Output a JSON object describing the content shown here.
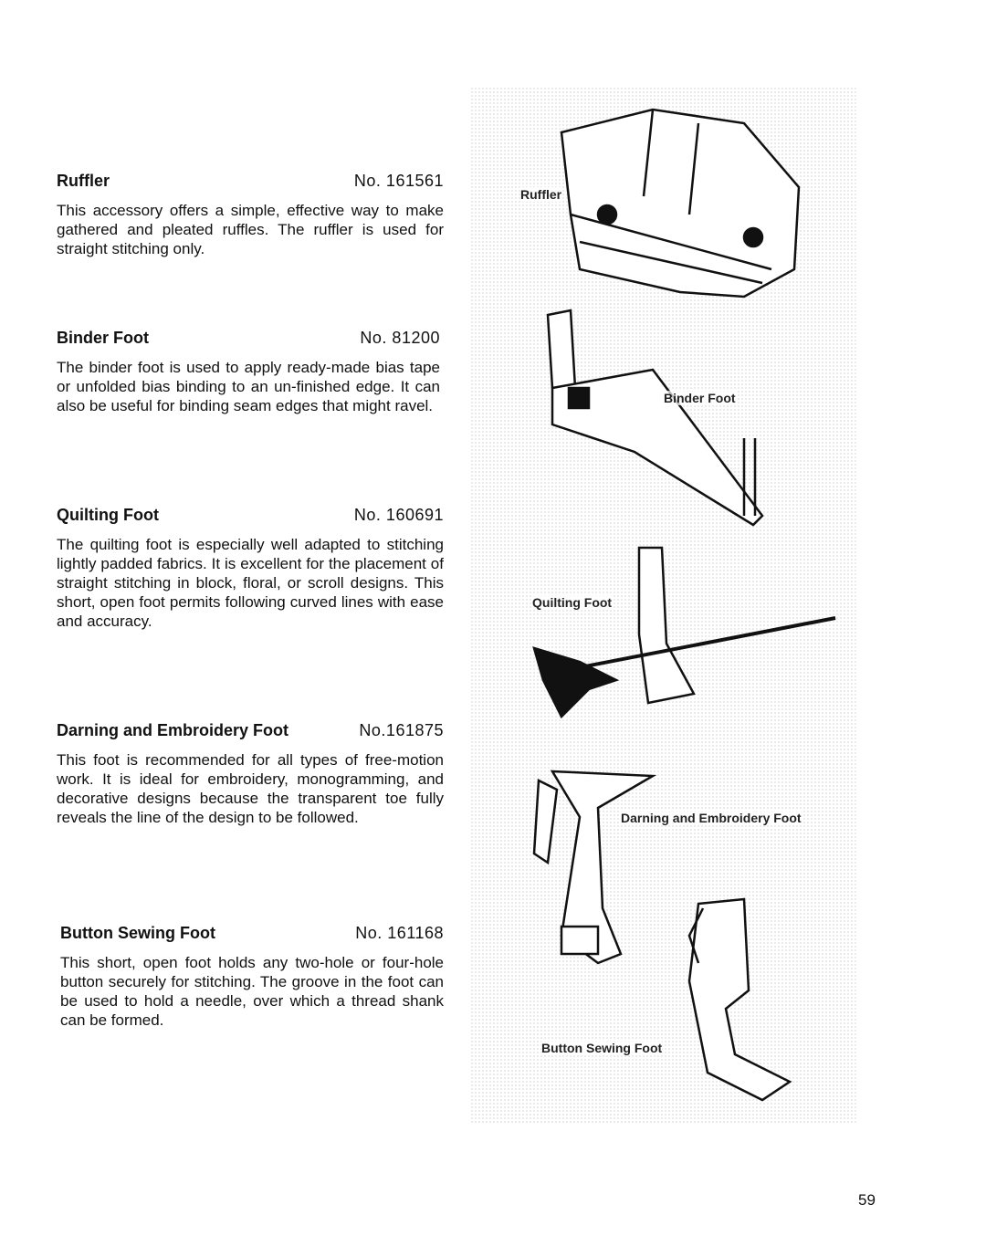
{
  "sections": [
    {
      "title": "Ruffler",
      "number": "No. 161561",
      "body": "This accessory offers a simple, effective way to make gathered and pleated ruffles. The ruffler is used for straight stitching only."
    },
    {
      "title": "Binder Foot",
      "number": "No. 81200",
      "body": "The binder foot is used to apply ready-made bias tape or unfolded bias binding to an un-finished edge. It can also be useful for binding seam edges that might ravel."
    },
    {
      "title": "Quilting Foot",
      "number": "No. 160691",
      "body": "The quilting foot is especially well adapted to stitching lightly padded fabrics. It is excellent for the placement of straight stitching in block, floral, or scroll designs. This short, open foot permits following curved lines with ease and accuracy."
    },
    {
      "title": "Darning and Embroidery Foot",
      "number": "No.161875",
      "body": "This foot is recommended for all types of free-motion work. It is ideal for embroidery, monogramming, and decorative designs because the transparent toe fully reveals the line of the design to be followed."
    },
    {
      "title": "Button Sewing Foot",
      "number": "No. 161168",
      "body": "This short, open foot holds any two-hole or four-hole button securely for stitching. The groove in the foot can be used to hold a needle, over which a thread shank can be formed."
    }
  ],
  "illustrations": {
    "ruffler": "Ruffler",
    "binder": "Binder Foot",
    "quilting": "Quilting Foot",
    "darning": "Darning and Embroidery Foot",
    "button": "Button Sewing Foot"
  },
  "page_number": "59"
}
